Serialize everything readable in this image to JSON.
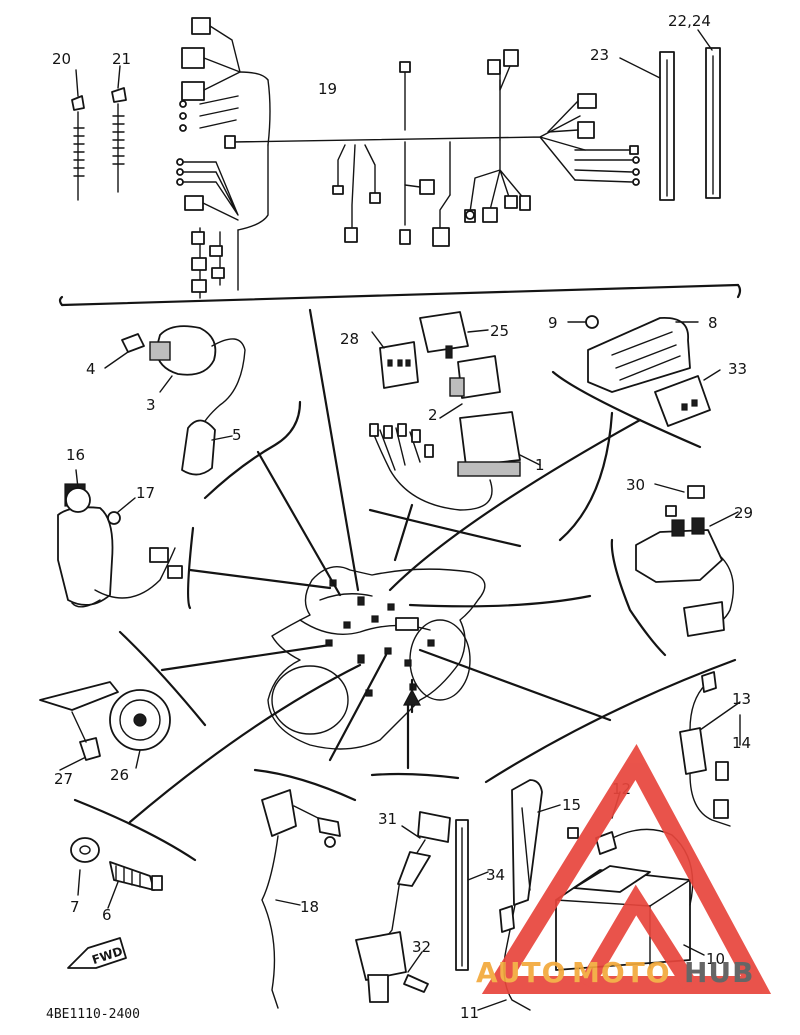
{
  "callouts": {
    "c1": "1",
    "c2": "2",
    "c3": "3",
    "c4": "4",
    "c5": "5",
    "c6": "6",
    "c7": "7",
    "c8": "8",
    "c9": "9",
    "c10": "10",
    "c11": "11",
    "c12": "12",
    "c13": "13",
    "c14": "14",
    "c15": "15",
    "c16": "16",
    "c17": "17",
    "c18": "18",
    "c19": "19",
    "c20": "20",
    "c21": "21",
    "c22_24": "22,24",
    "c23": "23",
    "c25": "25",
    "c26": "26",
    "c27": "27",
    "c28": "28",
    "c29": "29",
    "c30": "30",
    "c31": "31",
    "c32": "32",
    "c33": "33",
    "c34": "34"
  },
  "diagram_code": "4BE1110-2400",
  "fwd_label": "FWD",
  "watermark": {
    "part_a": "AUTO",
    "part_b": "MOTO",
    "part_c": "HUB",
    "color_primary": "#e8453c",
    "color_secondary": "#f2a93b",
    "color_text_dark": "#5a5a5a"
  },
  "colors": {
    "ink": "#141414",
    "background": "#ffffff"
  }
}
